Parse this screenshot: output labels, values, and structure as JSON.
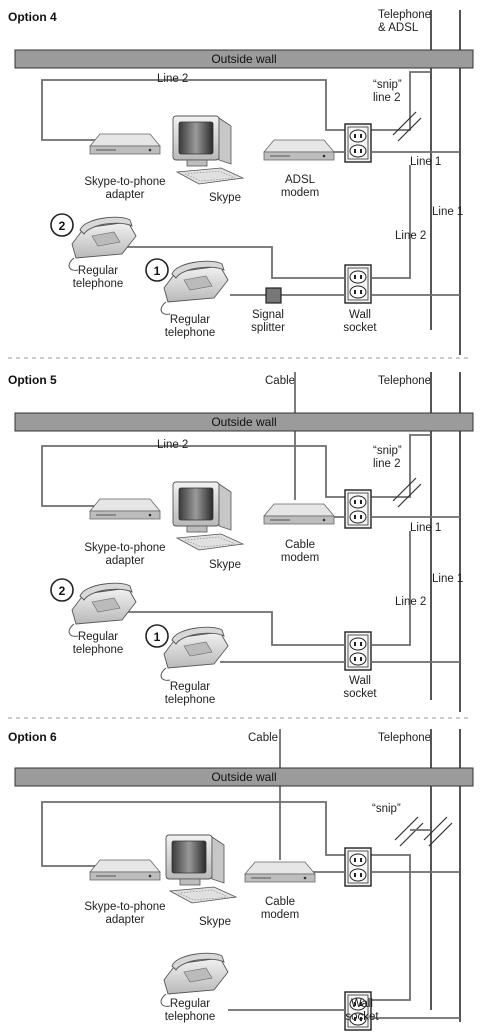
{
  "panels": [
    {
      "option": "Option 4",
      "outside_wall": "Outside wall",
      "service_label": "Telephone\n& ADSL",
      "snip": "“snip”\nline 2",
      "devices": {
        "adapter": "Skype-to-phone\nadapter",
        "computer": "Skype",
        "modem": "ADSL\nmodem",
        "phone2": "Regular\ntelephone",
        "phone1": "Regular\ntelephone",
        "splitter": "Signal\nsplitter",
        "socket": "Wall\nsocket"
      },
      "lines": {
        "top": "Line 2",
        "mid1": "Line 1",
        "right1": "Line 1",
        "mid2": "Line 2"
      },
      "markers": {
        "phone2": "2",
        "phone1": "1"
      }
    },
    {
      "option": "Option 5",
      "outside_wall": "Outside wall",
      "cable_label": "Cable",
      "service_label": "Telephone",
      "snip": "“snip”\nline 2",
      "devices": {
        "adapter": "Skype-to-phone\nadapter",
        "computer": "Skype",
        "modem": "Cable\nmodem",
        "phone2": "Regular\ntelephone",
        "phone1": "Regular\ntelephone",
        "socket": "Wall\nsocket"
      },
      "lines": {
        "top": "Line 2",
        "mid1": "Line 1",
        "right1": "Line 1",
        "mid2": "Line 2"
      },
      "markers": {
        "phone2": "2",
        "phone1": "1"
      }
    },
    {
      "option": "Option 6",
      "outside_wall": "Outside wall",
      "cable_label": "Cable",
      "service_label": "Telephone",
      "snip": "“snip”",
      "devices": {
        "adapter": "Skype-to-phone\nadapter",
        "computer": "Skype",
        "modem": "Cable\nmodem",
        "phone": "Regular\ntelephone",
        "socket": "Wall\nsocket"
      }
    }
  ]
}
